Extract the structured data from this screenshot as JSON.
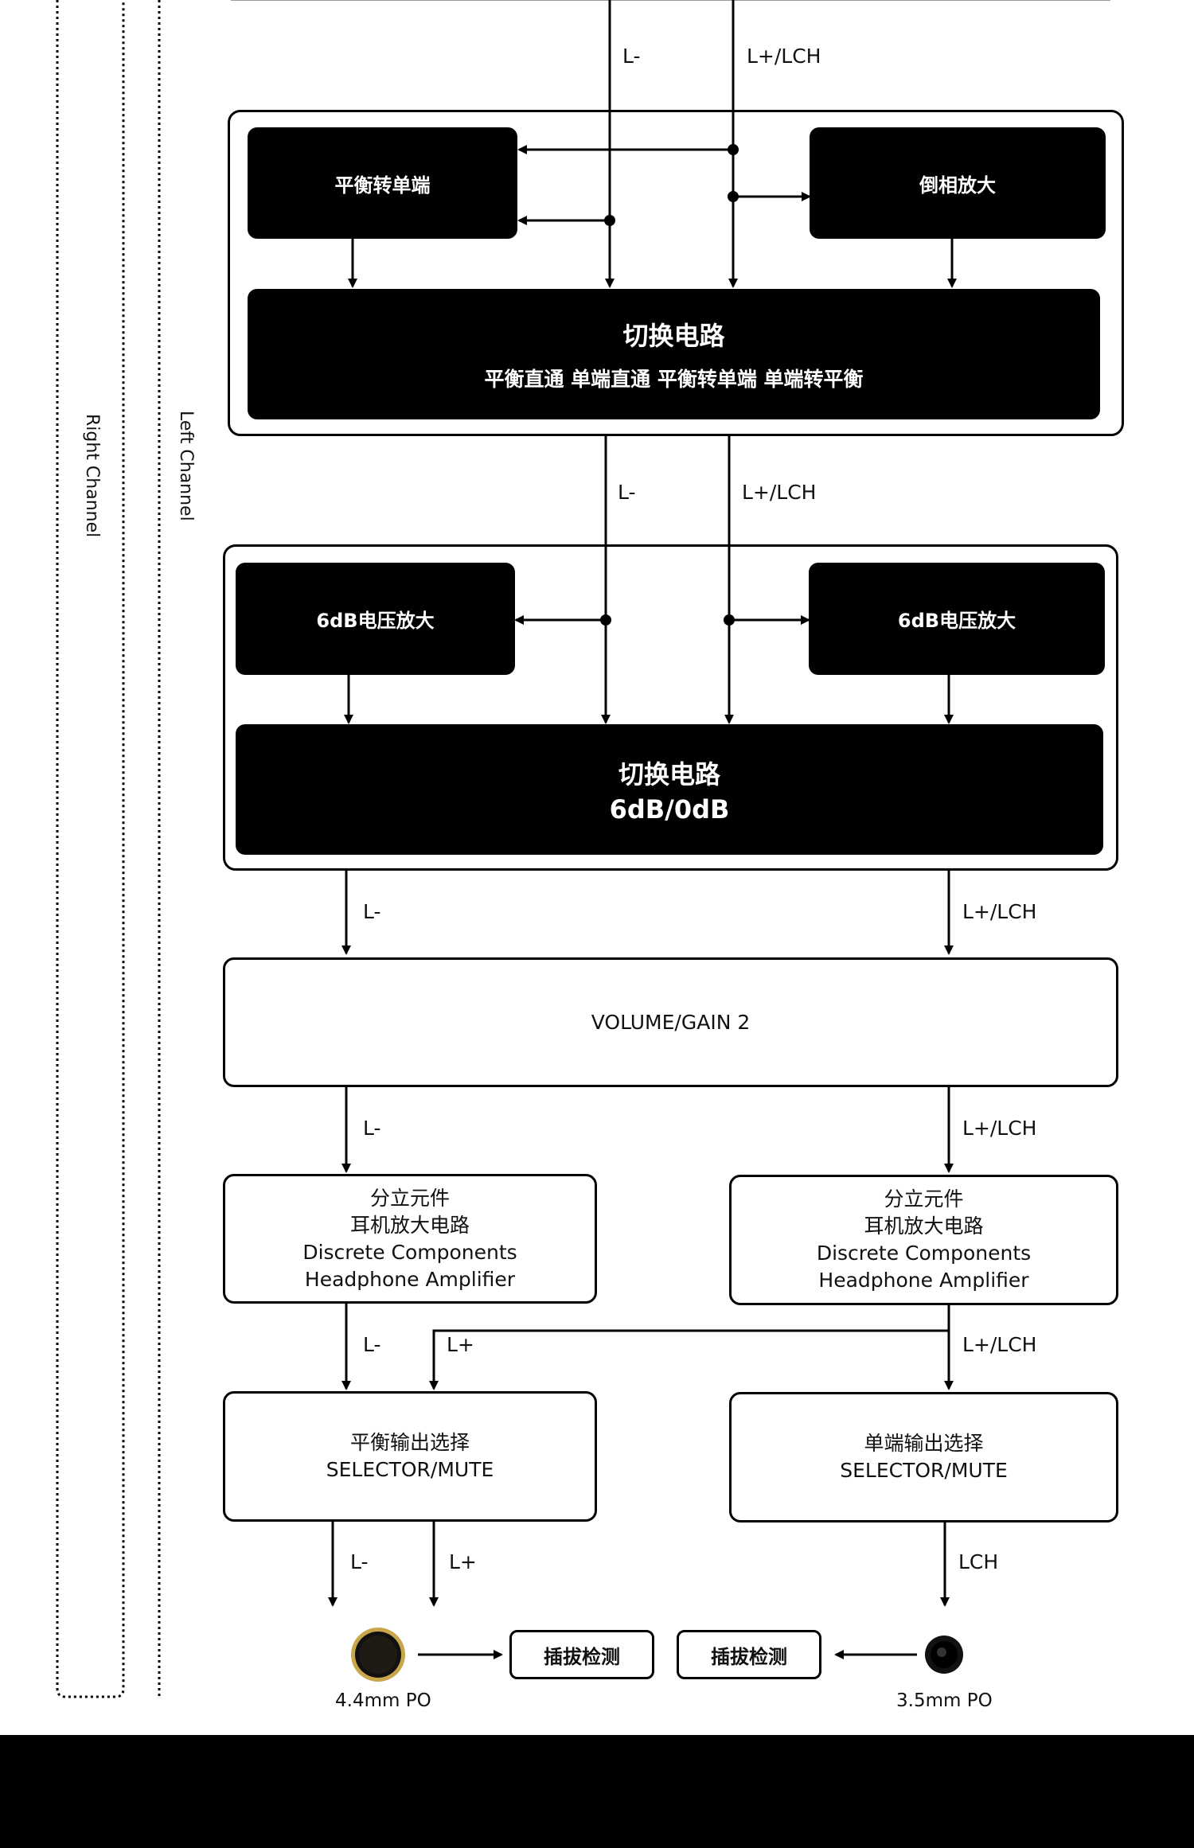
{
  "side_labels": {
    "right_channel": "Right Channel",
    "left_channel": "Left Channel"
  },
  "signals": {
    "l_minus": "L-",
    "l_plus_lch": "L+/LCH",
    "l_plus": "L+",
    "lch": "LCH"
  },
  "block1": {
    "balanced_to_single": "平衡转单端",
    "inverting_amp": "倒相放大",
    "switch_title": "切换电路",
    "switch_modes": "平衡直通 单端直通 平衡转单端 单端转平衡"
  },
  "block2": {
    "voltage_amp_left": "6dB电压放大",
    "voltage_amp_right": "6dB电压放大",
    "switch_title": "切换电路",
    "switch_gain": "6dB/0dB"
  },
  "volume": {
    "label": "VOLUME/GAIN 2"
  },
  "amplifiers": {
    "left": [
      "分立元件",
      "耳机放大电路",
      "Discrete Components",
      "Headphone Amplifier"
    ],
    "right": [
      "分立元件",
      "耳机放大电路",
      "Discrete Components",
      "Headphone Amplifier"
    ]
  },
  "selectors": {
    "balanced": [
      "平衡输出选择",
      "SELECTOR/MUTE"
    ],
    "single": [
      "单端输出选择",
      "SELECTOR/MUTE"
    ]
  },
  "detect": {
    "left": "插拔检测",
    "right": "插拔检测"
  },
  "jacks": {
    "balanced": "4.4mm PO",
    "single": "3.5mm PO",
    "balanced_ring_color": "#c9a64a"
  }
}
